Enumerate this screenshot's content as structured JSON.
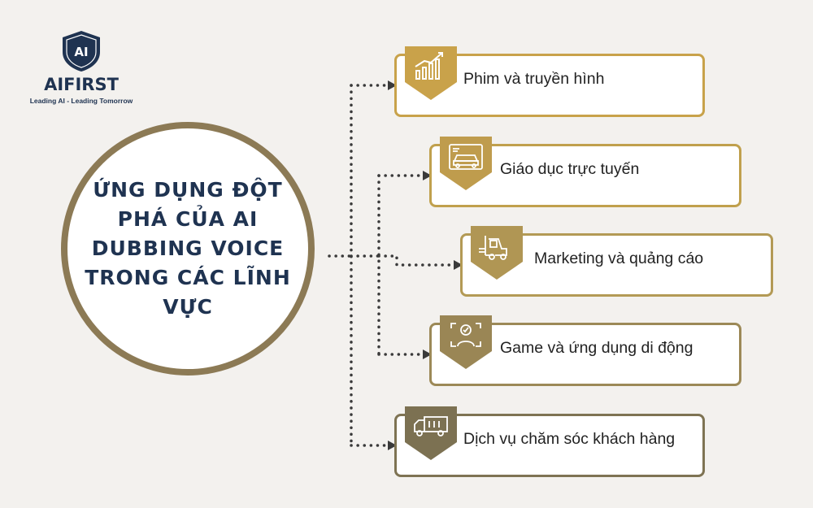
{
  "logo": {
    "mark": "AI",
    "name": "AIFIRST",
    "tagline": "Leading AI - Leading Tomorrow"
  },
  "hub": {
    "title": "ỨNG DỤNG ĐỘT PHÁ CỦA AI DUBBING VOICE TRONG CÁC LĨNH VỰC"
  },
  "items": [
    {
      "label": "Phim và truyền hình",
      "icon": "growth-chart-icon",
      "border_color": "#c8a24a",
      "badge_color": "#c9a24a"
    },
    {
      "label": "Giáo dục trực tuyến",
      "icon": "car-document-icon",
      "border_color": "#c0a04d",
      "badge_color": "#bf9c4d"
    },
    {
      "label": "Marketing và quảng cáo",
      "icon": "forklift-icon",
      "border_color": "#b39a55",
      "badge_color": "#b09654"
    },
    {
      "label": "Game và ứng dụng di động",
      "icon": "face-id-icon",
      "border_color": "#9c8957",
      "badge_color": "#9a8655"
    },
    {
      "label": "Dịch vụ chăm sóc khách hàng",
      "icon": "truck-icon",
      "border_color": "#7e7353",
      "badge_color": "#7c7152"
    }
  ],
  "colors": {
    "background": "#f3f1ee",
    "navy": "#1f3351",
    "hub_border": "#8c7a55",
    "connector": "#3a3a3a"
  }
}
